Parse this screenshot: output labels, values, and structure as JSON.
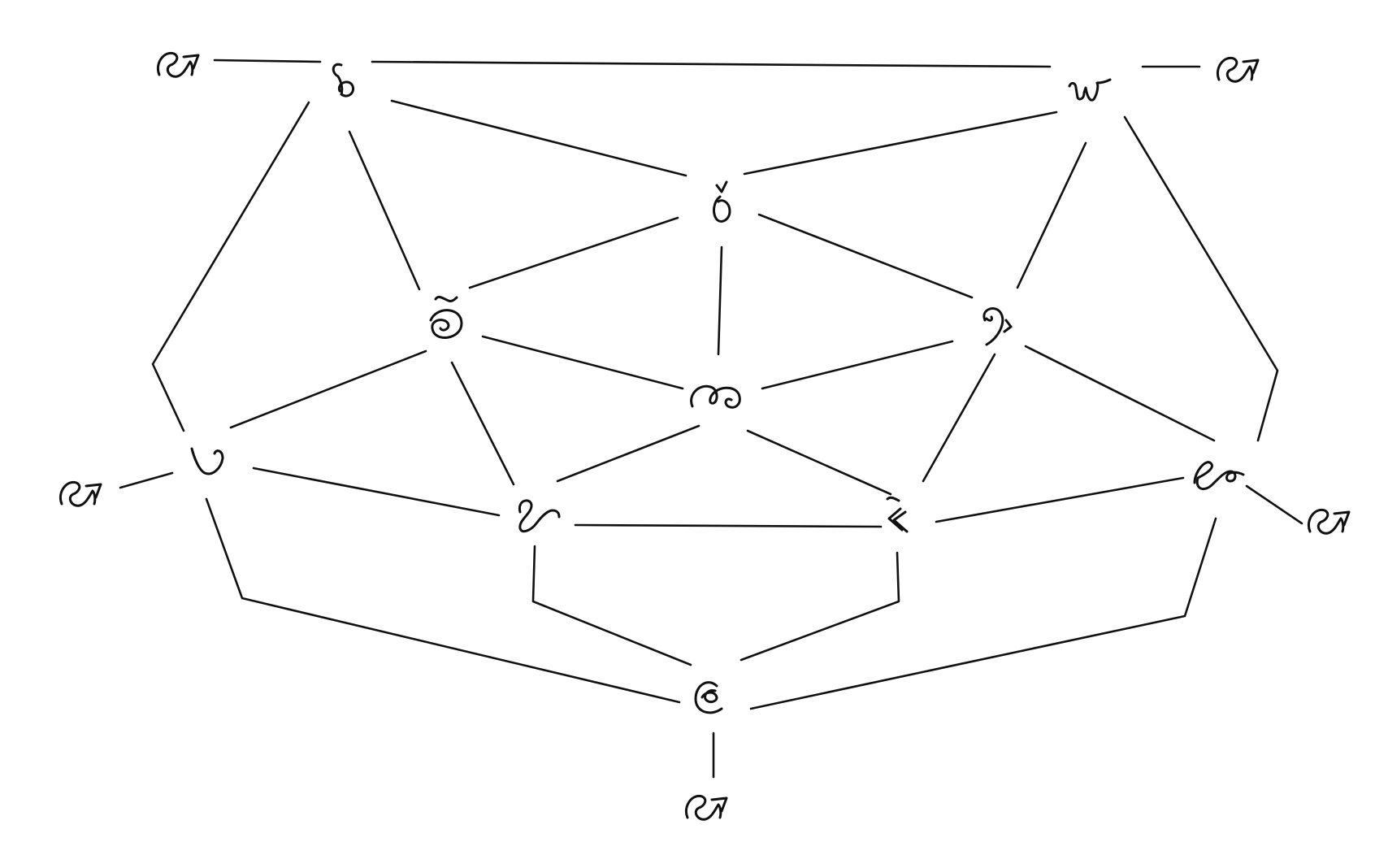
{
  "diagram": {
    "type": "graph",
    "description_visible": false,
    "style": {
      "line_color": "#111111",
      "background": "#ffffff"
    },
    "nodes": [
      {
        "id": "top_left",
        "icon": "curled-d-glyph-icon"
      },
      {
        "id": "top_right",
        "icon": "w-glyph-icon"
      },
      {
        "id": "upper_center",
        "icon": "caron-o-glyph-icon"
      },
      {
        "id": "mid_left",
        "icon": "tilde-spiral-glyph-icon"
      },
      {
        "id": "mid_right",
        "icon": "bass-clef-glyph-icon"
      },
      {
        "id": "center",
        "icon": "double-loop-glyph-icon"
      },
      {
        "id": "left",
        "icon": "v-glyph-icon"
      },
      {
        "id": "lower_left_center",
        "icon": "s-curve-glyph-icon"
      },
      {
        "id": "lower_right_center",
        "icon": "double-chevron-glyph-icon"
      },
      {
        "id": "right",
        "icon": "looped-e-glyph-icon"
      },
      {
        "id": "bottom",
        "icon": "curled-e-glyph-icon"
      }
    ],
    "external_markers": [
      {
        "id": "ext_top_left",
        "icon": "arrow-hook-glyph-icon"
      },
      {
        "id": "ext_top_right",
        "icon": "arrow-hook-glyph-icon"
      },
      {
        "id": "ext_left",
        "icon": "arrow-hook-glyph-icon"
      },
      {
        "id": "ext_right",
        "icon": "arrow-hook-glyph-icon"
      },
      {
        "id": "ext_bottom",
        "icon": "arrow-hook-glyph-icon"
      }
    ],
    "edges": [
      [
        "top_left",
        "top_right"
      ],
      [
        "top_left",
        "upper_center"
      ],
      [
        "top_right",
        "upper_center"
      ],
      [
        "top_left",
        "mid_left"
      ],
      [
        "top_left",
        "left"
      ],
      [
        "top_right",
        "mid_right"
      ],
      [
        "top_right",
        "right"
      ],
      [
        "upper_center",
        "mid_left"
      ],
      [
        "upper_center",
        "mid_right"
      ],
      [
        "upper_center",
        "center"
      ],
      [
        "mid_left",
        "center"
      ],
      [
        "mid_left",
        "left"
      ],
      [
        "mid_left",
        "lower_left_center"
      ],
      [
        "mid_right",
        "center"
      ],
      [
        "mid_right",
        "right"
      ],
      [
        "mid_right",
        "lower_right_center"
      ],
      [
        "center",
        "lower_left_center"
      ],
      [
        "center",
        "lower_right_center"
      ],
      [
        "left",
        "lower_left_center"
      ],
      [
        "lower_left_center",
        "lower_right_center"
      ],
      [
        "lower_right_center",
        "right"
      ],
      [
        "left",
        "bottom"
      ],
      [
        "lower_left_center",
        "bottom"
      ],
      [
        "lower_right_center",
        "bottom"
      ],
      [
        "right",
        "bottom"
      ],
      [
        "top_left",
        "ext_top_left"
      ],
      [
        "top_right",
        "ext_top_right"
      ],
      [
        "left",
        "ext_left"
      ],
      [
        "right",
        "ext_right"
      ],
      [
        "bottom",
        "ext_bottom"
      ]
    ]
  }
}
